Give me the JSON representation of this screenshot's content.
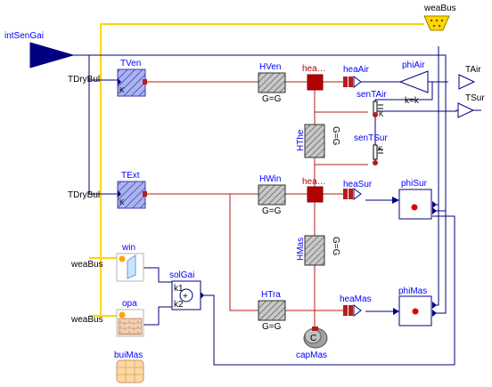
{
  "bus": {
    "wea": "weaBus"
  },
  "inputs": {
    "int_sen_gai": "intSenGai"
  },
  "conn_labels": {
    "tdrybul_top": "TDryBul",
    "tdrybul_mid": "TDryBul",
    "weabus_win": "weaBus",
    "weabus_opa": "weaBus"
  },
  "blocks": {
    "tven": {
      "name": "TVen",
      "k": "K"
    },
    "text": {
      "name": "TExt",
      "k": "K"
    },
    "hven": {
      "name": "HVen",
      "param": "G=G"
    },
    "hwin": {
      "name": "HWin",
      "param": "G=G"
    },
    "htra": {
      "name": "HTra",
      "param": "G=G"
    },
    "hthe": {
      "name": "HThe",
      "param": "G=G"
    },
    "hmas": {
      "name": "HMas",
      "param": "G=G"
    },
    "hea_air_node": {
      "name": "hea…"
    },
    "hea_sur_node": {
      "name": "hea…"
    },
    "heaair": {
      "name": "heaAir"
    },
    "heasur": {
      "name": "heaSur"
    },
    "heamas": {
      "name": "heaMas"
    },
    "phiair": {
      "name": "phiAir",
      "param": "k=k"
    },
    "phisur": {
      "name": "phiSur"
    },
    "phimas": {
      "name": "phiMas"
    },
    "sentair": {
      "name": "senTAir",
      "k": "K"
    },
    "sentsur": {
      "name": "senTSur",
      "k": "K"
    },
    "win": {
      "name": "win"
    },
    "opa": {
      "name": "opa"
    },
    "solgai": {
      "name": "solGai",
      "k1": "k1",
      "k2": "k2",
      "plus": "+"
    },
    "capmas": {
      "name": "capMas",
      "symbol": "C"
    },
    "buimas": {
      "name": "buiMas"
    }
  },
  "outputs": {
    "tair": "TAir",
    "tsur": "TSur"
  },
  "colors": {
    "heat": "#b41e1e",
    "signal": "#00007f",
    "bus": "#ffd700",
    "label": "#0000ff",
    "hatch": "#5050c8"
  }
}
